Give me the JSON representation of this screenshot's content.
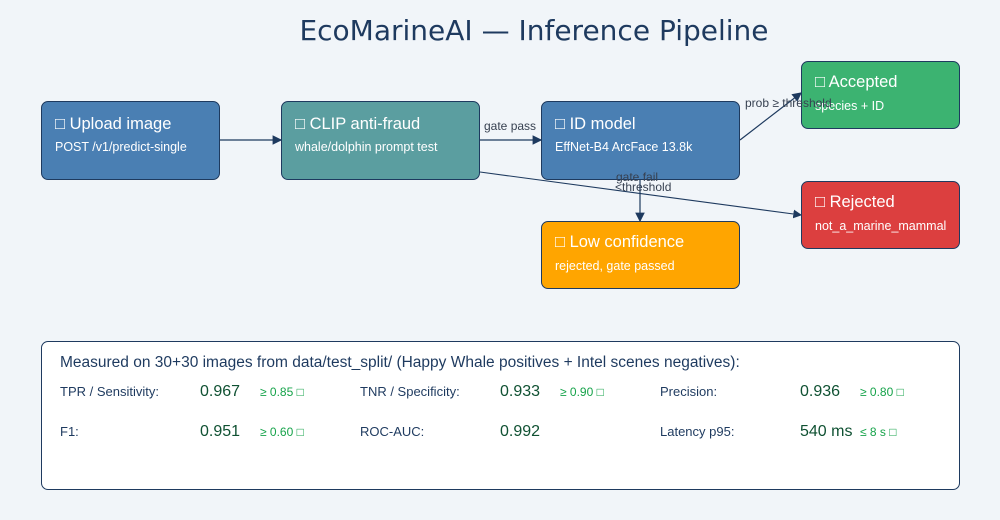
{
  "title": "EcoMarineAI — Inference Pipeline",
  "colors": {
    "upload": "#4a7fb3",
    "clip": "#5b9ea0",
    "id_model": "#4a7fb3",
    "accepted": "#3cb371",
    "rejected": "#dc3f3f",
    "low_conf": "#ffa500",
    "edge": "#1e3a5f"
  },
  "nodes": {
    "upload": {
      "icon": "□",
      "title": "Upload image",
      "sub": "POST /v1/predict-single"
    },
    "clip": {
      "icon": "□",
      "title": "CLIP anti-fraud",
      "sub": "whale/dolphin prompt test"
    },
    "id_model": {
      "icon": "□",
      "title": "ID model",
      "sub": "EffNet-B4 ArcFace 13.8k"
    },
    "accepted": {
      "icon": "□",
      "title": "Accepted",
      "sub": "species + ID"
    },
    "rejected": {
      "icon": "□",
      "title": "Rejected",
      "sub": "not_a_marine_mammal"
    },
    "low_conf": {
      "icon": "□",
      "title": "Low confidence",
      "sub": "rejected, gate passed"
    }
  },
  "edges": {
    "gate_pass": "gate pass",
    "prob_ge": "prob ≥ threshold",
    "gate_fail": "gate fail",
    "lt_threshold": "<threshold"
  },
  "metrics": {
    "heading": "Measured on 30+30 images from data/test_split/ (Happy Whale positives + Intel scenes negatives):",
    "items": [
      {
        "label": "TPR / Sensitivity:",
        "value": "0.967",
        "target": "≥ 0.85 □"
      },
      {
        "label": "TNR / Specificity:",
        "value": "0.933",
        "target": "≥ 0.90 □"
      },
      {
        "label": "Precision:",
        "value": "0.936",
        "target": "≥ 0.80 □"
      },
      {
        "label": "F1:",
        "value": "0.951",
        "target": "≥ 0.60 □"
      },
      {
        "label": "ROC-AUC:",
        "value": "0.992",
        "target": ""
      },
      {
        "label": "Latency p95:",
        "value": "540 ms",
        "target": "≤ 8 s □"
      }
    ]
  }
}
